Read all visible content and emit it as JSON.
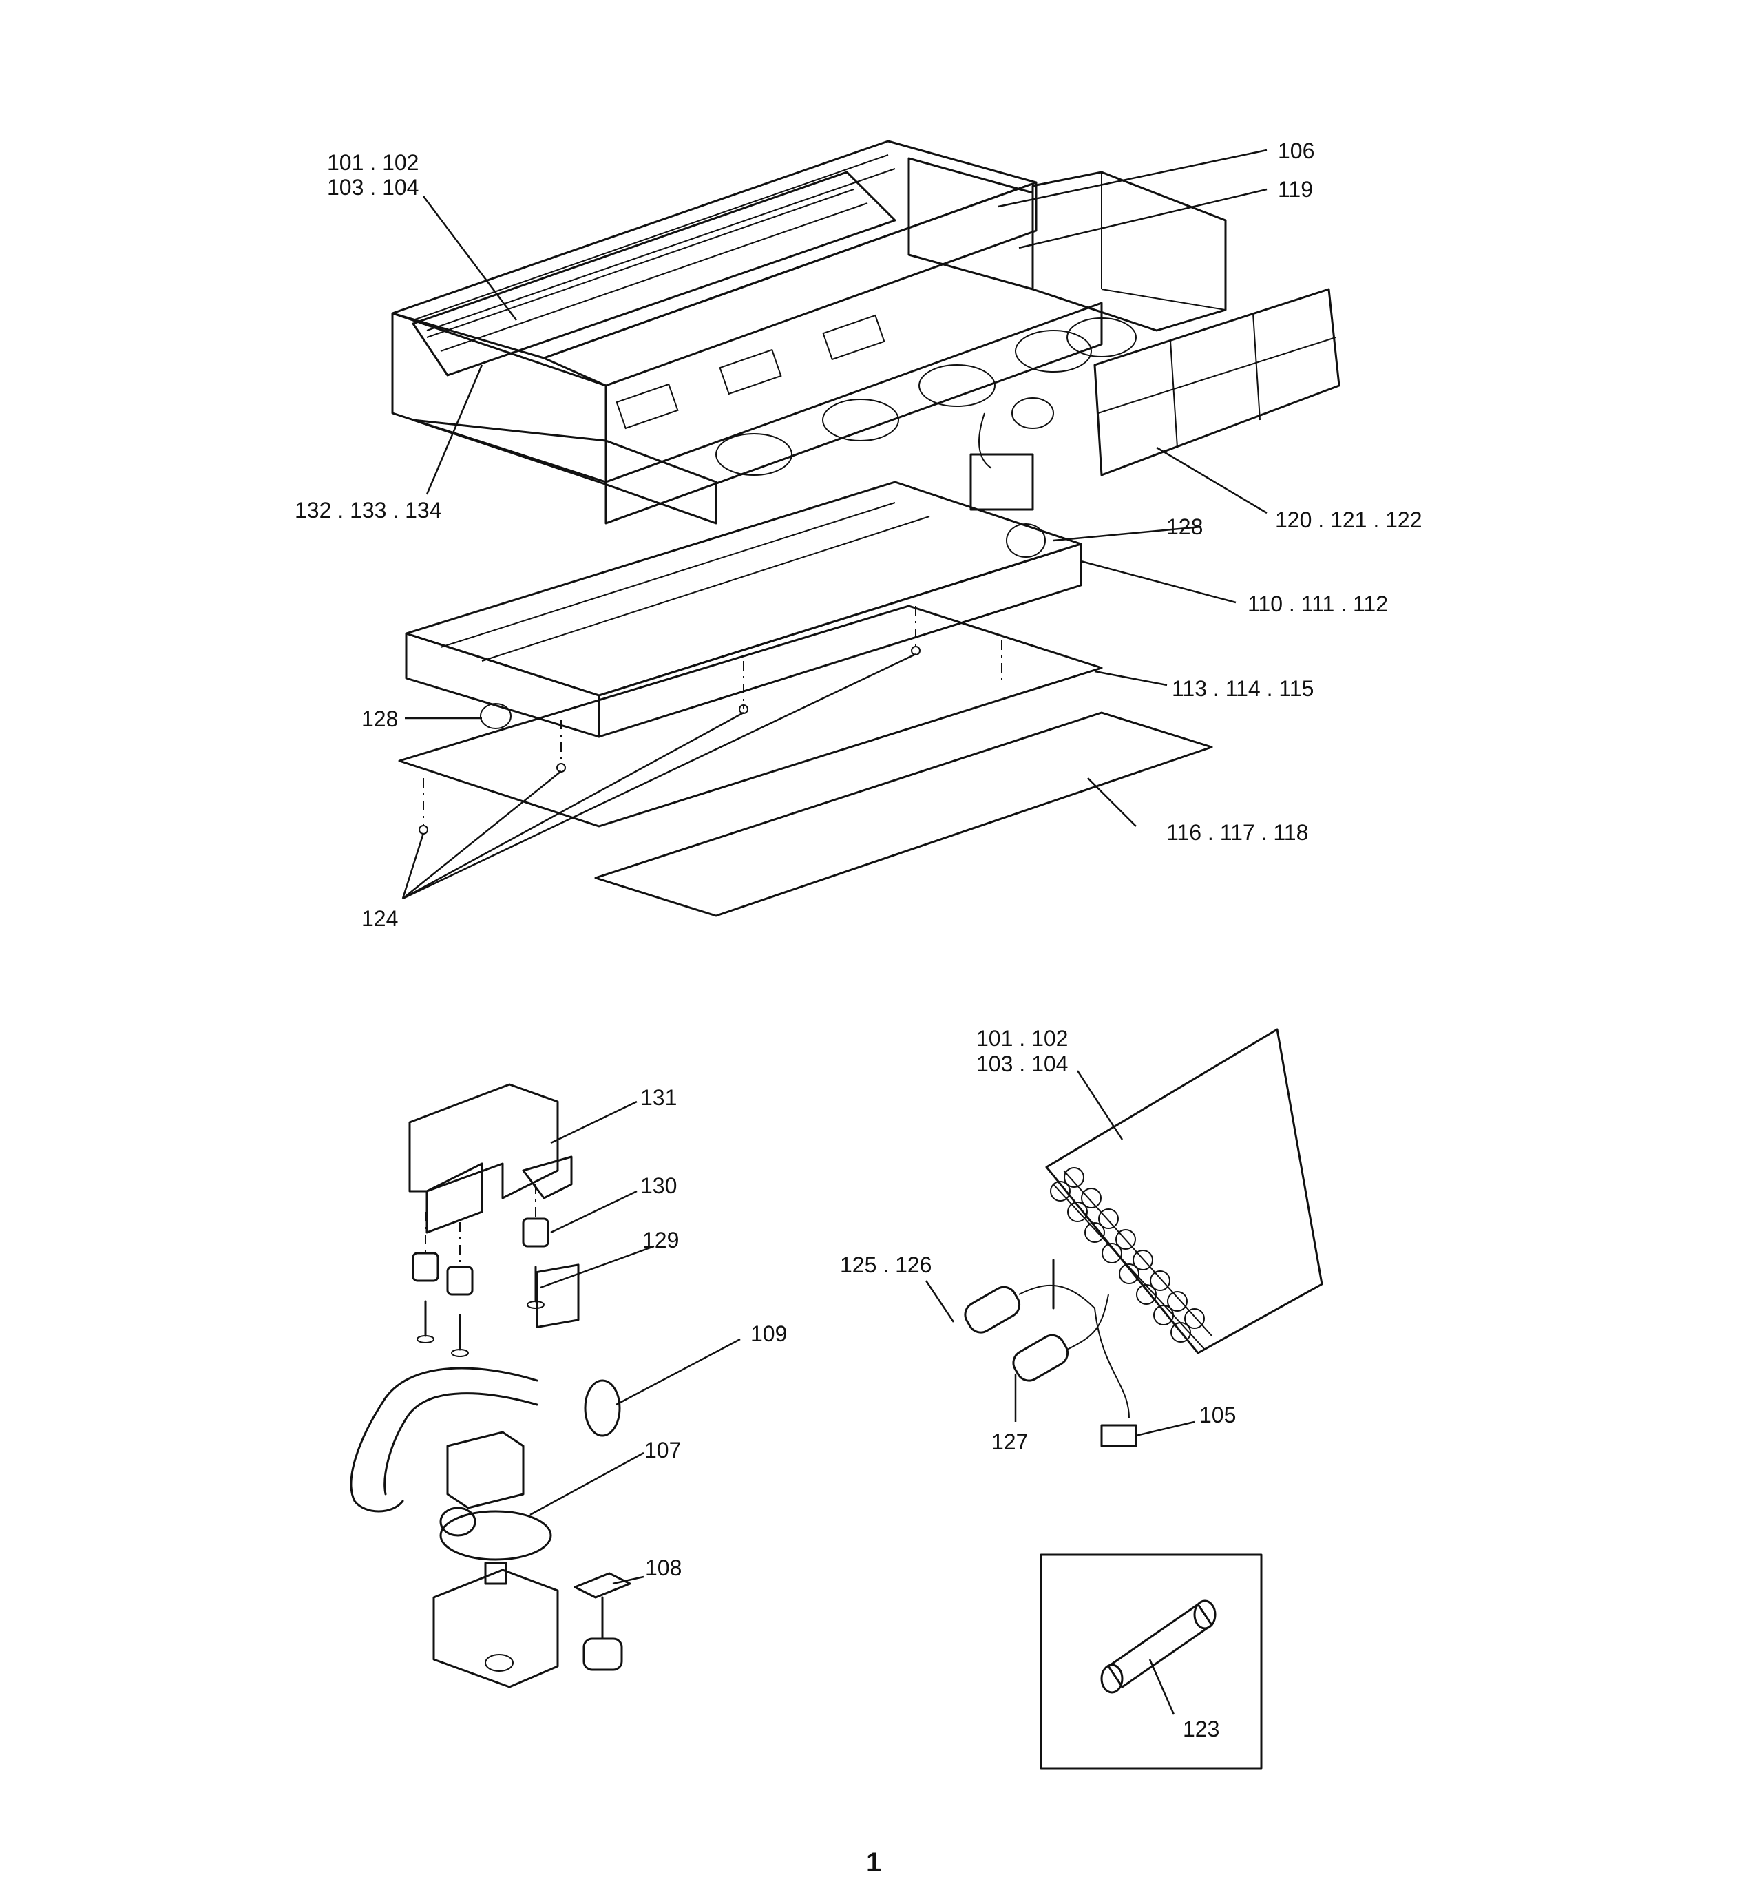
{
  "callouts": {
    "c_101_102_a": "101 . 102",
    "c_103_104_a": "103 . 104",
    "c_106": "106",
    "c_119": "119",
    "c_132": "132 . 133 . 134",
    "c_120": "120 . 121 . 122",
    "c_128_a": "128",
    "c_110": "110 . 111 . 112",
    "c_113": "113 . 114 . 115",
    "c_128_b": "128",
    "c_116": "116 . 117 . 118",
    "c_124": "124",
    "c_131": "131",
    "c_130": "130",
    "c_129": "129",
    "c_109": "109",
    "c_107": "107",
    "c_108": "108",
    "c_101_102_b": "101 . 102",
    "c_103_104_b": "103 . 104",
    "c_125_126": "125 . 126",
    "c_127": "127",
    "c_105": "105",
    "c_123": "123"
  },
  "page_number": "1"
}
